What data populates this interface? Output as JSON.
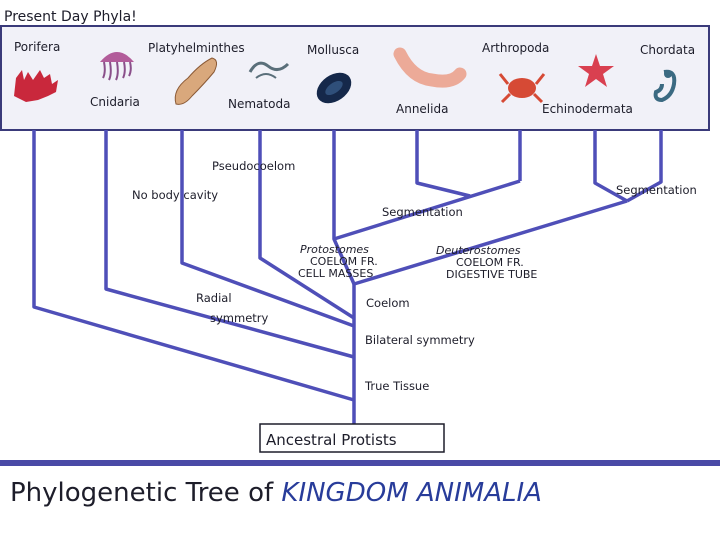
{
  "header": "Present Day Phyla!",
  "title": {
    "prefix": "Phylogenetic Tree of ",
    "emphasis": "KINGDOM ANIMALIA"
  },
  "phyla": [
    {
      "name": "Porifera",
      "icon": "sponge-icon"
    },
    {
      "name": "Cnidaria",
      "icon": "jellyfish-icon"
    },
    {
      "name": "Platyhelminthes",
      "icon": "flatworm-icon"
    },
    {
      "name": "Nematoda",
      "icon": "roundworm-icon"
    },
    {
      "name": "Mollusca",
      "icon": "mussel-icon"
    },
    {
      "name": "Annelida",
      "icon": "earthworm-icon"
    },
    {
      "name": "Arthropoda",
      "icon": "crab-icon"
    },
    {
      "name": "Echinodermata",
      "icon": "starfish-icon"
    },
    {
      "name": "Chordata",
      "icon": "seahorse-icon"
    }
  ],
  "nodes": {
    "ancestral": "Ancestral Protists",
    "true_tissue": "True Tissue",
    "bilateral": "Bilateral symmetry",
    "coelom": "Coelom",
    "radial_1": "Radial",
    "radial_2": "symmetry",
    "no_body_cavity": "No body cavity",
    "pseudocoelom": "Pseudocoelom",
    "segmentation_proto": "Segmentation",
    "segmentation_deut": "Segmentation",
    "protostomes": "Protostomes",
    "proto_line1": "COELOM FR.",
    "proto_line2": "CELL MASSES",
    "deuterostomes": "Deuterostomes",
    "deut_line1": "COELOM FR.",
    "deut_line2": "DIGESTIVE TUBE"
  },
  "colors": {
    "branch": "#4f4fb8",
    "panel_border": "#3a3a7a",
    "panel_bg": "#f1f1f8",
    "title_accent": "#283c9a"
  }
}
